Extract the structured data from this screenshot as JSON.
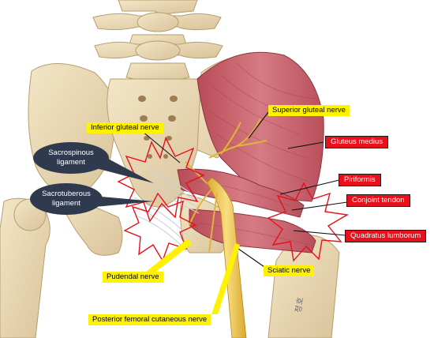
{
  "labels": {
    "superior_gluteal_nerve": "Superior gluteal nerve",
    "inferior_gluteal_nerve": "Inferior gluteal nerve",
    "pudendal_nerve": "Pudendal nerve",
    "posterior_femoral_cutaneous_nerve": "Posterior femoral cutaneous nerve",
    "sciatic_nerve": "Sciatic nerve",
    "gluteus_medius": "Gluteus medius",
    "piriformis": "Piriformis",
    "conjoint_tendon": "Conjoint tendon",
    "quadratus_lumborum": "Quadratus lumborum",
    "sacrospinous_ligament": "Sacrospinous ligament",
    "sacrotuberous_ligament": "Sacrotuberous ligament"
  },
  "signature": "정호",
  "colors": {
    "yellow_label": "#fff200",
    "red_label": "#e8101a",
    "bubble": "#2f3a4e",
    "bone": "#ead9b2",
    "muscle": "#c9606a",
    "nerve": "#f2c94c",
    "burst_outline": "#e8101a"
  }
}
